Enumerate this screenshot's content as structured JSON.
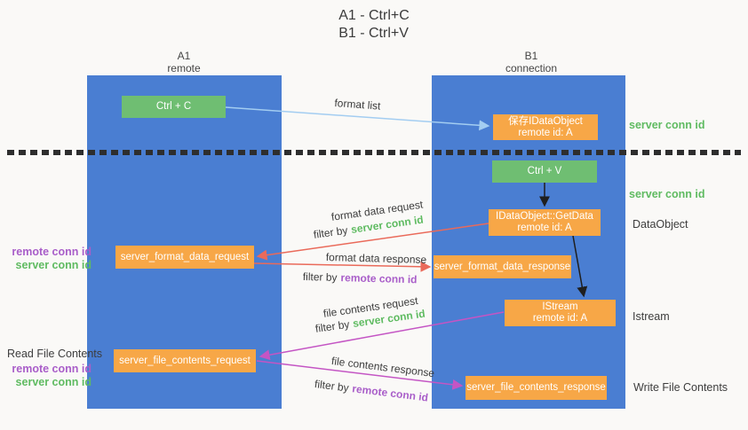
{
  "title": {
    "line1": "A1 - Ctrl+C",
    "line2": "B1 - Ctrl+V"
  },
  "lanes": {
    "a1": {
      "name": "A1",
      "role": "remote"
    },
    "b1": {
      "name": "B1",
      "role": "connection"
    }
  },
  "nodes": {
    "ctrl_c": {
      "label": "Ctrl + C"
    },
    "save_idataobject": {
      "line1": "保存IDataObject",
      "line2": "remote id: A"
    },
    "ctrl_v": {
      "label": "Ctrl + V"
    },
    "getdata": {
      "line1": "IDataObject::GetData",
      "line2": "remote id: A"
    },
    "format_request": {
      "label": "server_format_data_request"
    },
    "format_response": {
      "label": "server_format_data_response"
    },
    "istream": {
      "line1": "IStream",
      "line2": "remote id: A"
    },
    "file_request": {
      "label": "server_file_contents_request"
    },
    "file_response": {
      "label": "server_file_contents_response"
    }
  },
  "annotations": {
    "server_conn_id_top": "server conn id",
    "server_conn_id_mid": "server conn id",
    "dataobject": "DataObject",
    "istream": "Istream",
    "write_file_contents": "Write File Contents",
    "read_file_contents": "Read File Contents",
    "left_group1": {
      "remote_conn_id": "remote conn id",
      "server_conn_id": "server conn id"
    },
    "left_group2": {
      "remote_conn_id": "remote conn id",
      "server_conn_id": "server conn id"
    }
  },
  "arrows": {
    "format_list": {
      "label": "format list"
    },
    "format_data_request": {
      "label": "format data request",
      "filter_prefix": "filter by",
      "filter_key": "server conn id"
    },
    "format_data_response": {
      "label": "format data response",
      "filter_prefix": "filter by",
      "filter_key": "remote conn id"
    },
    "file_contents_request": {
      "label": "file contents request",
      "filter_prefix": "filter by",
      "filter_key": "server conn id"
    },
    "file_contents_response": {
      "label": "file contents response",
      "filter_prefix": "filter by",
      "filter_key": "remote conn id"
    }
  },
  "colors": {
    "lane_blue": "#4a7ed2",
    "node_orange": "#f7a747",
    "node_green": "#6fbe72",
    "text_green": "#5fbb61",
    "text_purple": "#a95ec9",
    "arrow_red": "#ea6a5a",
    "arrow_magenta": "#c455c4",
    "arrow_light_blue": "#a3cdf1",
    "arrow_black": "#1f1f1f",
    "dotted_line": "#2e2e2e"
  }
}
